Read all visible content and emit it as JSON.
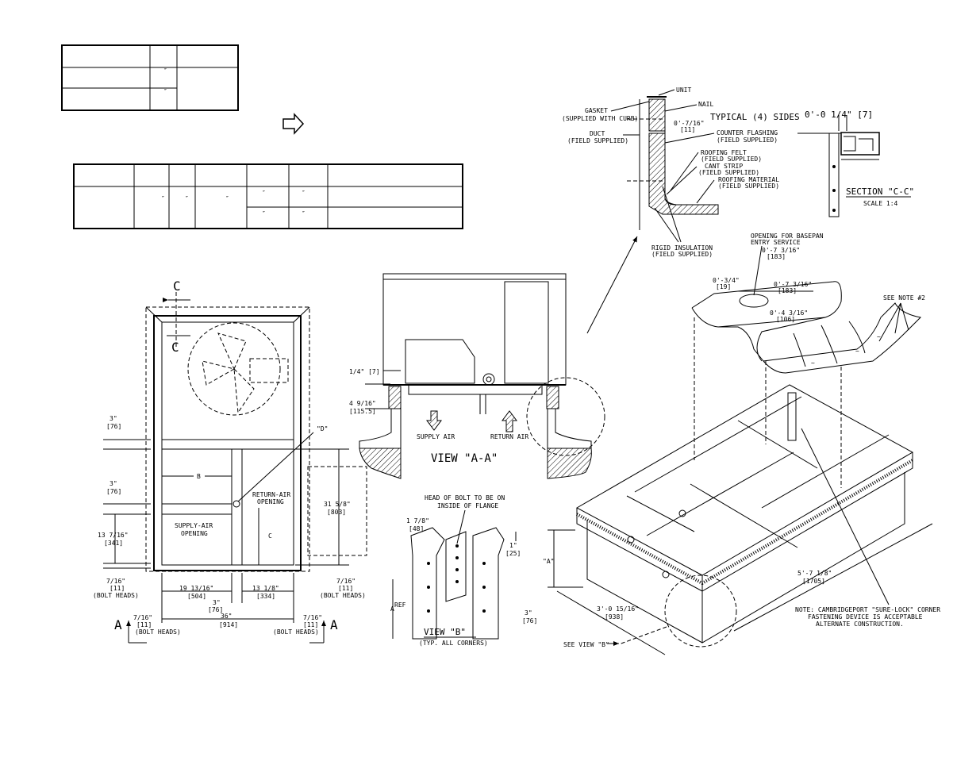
{
  "marks": {
    "inch": "″"
  },
  "section_cc": {
    "dim_top": "0'-0 1/4\" [7]",
    "title": "SECTION \"C-C\"",
    "scale": "SCALE 1:4"
  },
  "curb_detail": {
    "unit": "UNIT",
    "nail": "NAIL",
    "gasket_1": "GASKET",
    "gasket_2": "(SUPPLIED WITH CURB)",
    "dim": "0'-7/16\"",
    "dim_mm": "[11]",
    "typical": "TYPICAL (4) SIDES",
    "duct_1": "DUCT",
    "duct_2": "(FIELD SUPPLIED)",
    "counter_1": "COUNTER FLASHING",
    "counter_2": "(FIELD SUPPLIED)",
    "felt_1": "ROOFING FELT",
    "felt_2": "(FIELD SUPPLIED)",
    "cant_1": "CANT STRIP",
    "cant_2": "(FIELD SUPPLIED)",
    "material_1": "ROOFING MATERIAL",
    "material_2": "(FIELD SUPPLIED)",
    "insul_1": "RIGID INSULATION",
    "insul_2": "(FIELD SUPPLIED)"
  },
  "basepan": {
    "opening_1": "OPENING FOR BASEPAN",
    "opening_2": "ENTRY SERVICE",
    "d1": "0'-7 3/16\"",
    "d1_mm": "[183]",
    "d2": "0'-3/4\"",
    "d2_mm": "[19]",
    "d3": "0'-7 3/16\"",
    "d3_mm": "[183]",
    "d4": "0'-4 3/16\"",
    "d4_mm": "[106]",
    "note2": "SEE NOTE #2"
  },
  "plan": {
    "c_top": "C",
    "c_bot": "C",
    "d_label": "\"D\"",
    "b_label": "B",
    "c_label": "C",
    "ret_1": "RETURN-AIR",
    "ret_2": "OPENING",
    "sup_1": "SUPPLY-AIR",
    "sup_2": "OPENING",
    "d3a": "3\"",
    "d3a_mm": "[76]",
    "d3b": "3\"",
    "d3b_mm": "[76]",
    "d13": "13 7/16\"",
    "d13_mm": "[341]",
    "d716l": "7/16\"",
    "d716l_mm": "[11]",
    "bolt_l": "(BOLT HEADS)",
    "d31": "31 5/8\"",
    "d31_mm": "[803]",
    "d716r": "7/16\"",
    "d716r_mm": "[11]",
    "bolt_r": "(BOLT HEADS)",
    "d19": "19 13/16\"",
    "d19_mm": "[504]",
    "d13b": "13 1/8\"",
    "d13b_mm": "[334]",
    "d3c": "3\"",
    "d3c_mm": "[76]",
    "d36": "36\"",
    "d36_mm": "[914]",
    "d716bl": "7/16\"",
    "d716bl_mm": "[11]",
    "bolt_bl": "(BOLT HEADS)",
    "d716br": "7/16\"",
    "d716br_mm": "[11]",
    "bolt_br": "(BOLT HEADS)",
    "a_left": "A",
    "a_right": "A"
  },
  "view_aa": {
    "d14": "1/4\" [7]",
    "d49": "4 9/16\"",
    "d49_mm": "[115.5]",
    "supply": "SUPPLY AIR",
    "return": "RETURN AIR",
    "title": "VIEW \"A-A\""
  },
  "view_b": {
    "head_1": "HEAD OF BOLT TO BE ON",
    "head_2": "INSIDE OF FLANGE",
    "d178": "1 7/8\"",
    "d178_mm": "[48]",
    "d1": "1\"",
    "d1_mm": "[25]",
    "ref": "REF",
    "a": "A",
    "d3": "3\"",
    "d3_mm": "[76]",
    "title": "VIEW \"B\"",
    "sub": "(TYP. ALL CORNERS)"
  },
  "iso": {
    "a": "\"A\"",
    "len": "5'-7 1/8\"",
    "len_mm": "[1705]",
    "wid": "3'-0 15/16\"",
    "wid_mm": "[938]",
    "see_b": "SEE VIEW \"B\"",
    "note_1": "NOTE: CAMBRIDGEPORT \"SURE-LOCK\" CORNER",
    "note_2": "FASTENING DEVICE IS ACCEPTABLE",
    "note_3": "ALTERNATE CONSTRUCTION."
  }
}
